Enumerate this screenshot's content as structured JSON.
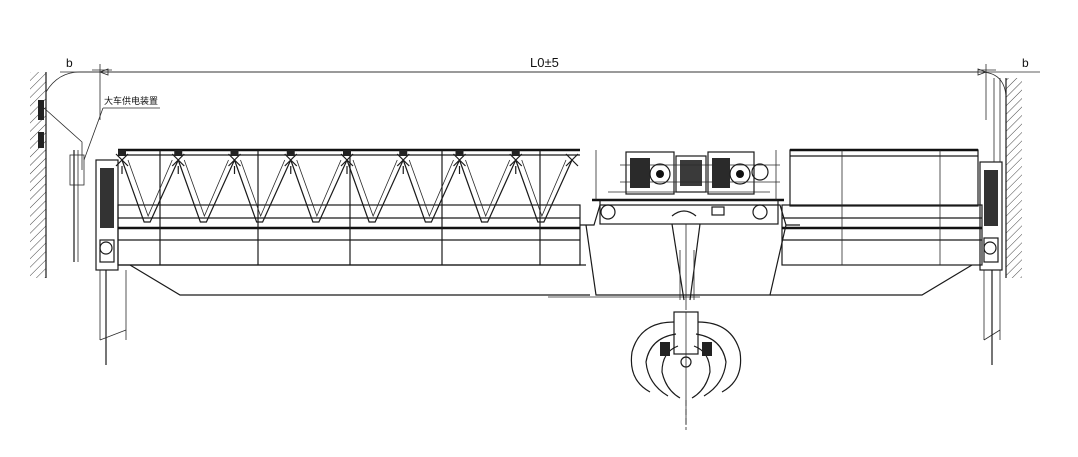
{
  "drawing": {
    "span_label": "L0±5",
    "left_dim_label": "b",
    "right_dim_label": "b",
    "callout_label": "大车供电装置"
  },
  "trusses": [
    {
      "name": "truss-1"
    },
    {
      "name": "truss-2"
    },
    {
      "name": "truss-3"
    },
    {
      "name": "truss-4"
    },
    {
      "name": "truss-5"
    },
    {
      "name": "truss-6"
    },
    {
      "name": "truss-7"
    },
    {
      "name": "truss-8"
    }
  ],
  "icons": {
    "grab": "grab-bucket-icon",
    "trolley": "trolley-mechanism-icon"
  }
}
